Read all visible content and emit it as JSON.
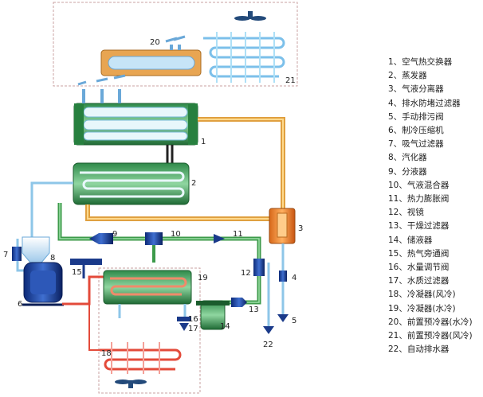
{
  "diagram": {
    "callouts": [
      "1",
      "2",
      "3",
      "4",
      "5",
      "6",
      "7",
      "8",
      "9",
      "10",
      "11",
      "12",
      "13",
      "14",
      "15",
      "16",
      "17",
      "18",
      "19",
      "20",
      "21",
      "22"
    ]
  },
  "legend": [
    "1、空气热交换器",
    "2、蒸发器",
    "3、气液分离器",
    "4、排水防堵过滤器",
    "5、手动排污阀",
    "6、制冷压缩机",
    "7、吸气过滤器",
    "8、汽化器",
    "9、分液器",
    "10、气液混合器",
    "11、热力膨胀阀",
    "12、视镜",
    "13、干燥过滤器",
    "14、储液器",
    "15、热气旁通阀",
    "16、水量调节阀",
    "17、水质过滤器",
    "18、冷凝器(风冷)",
    "19、冷凝器(水冷)",
    "20、前置预冷器(水冷)",
    "21、前置预冷器(风冷)",
    "22、自动排水器"
  ]
}
